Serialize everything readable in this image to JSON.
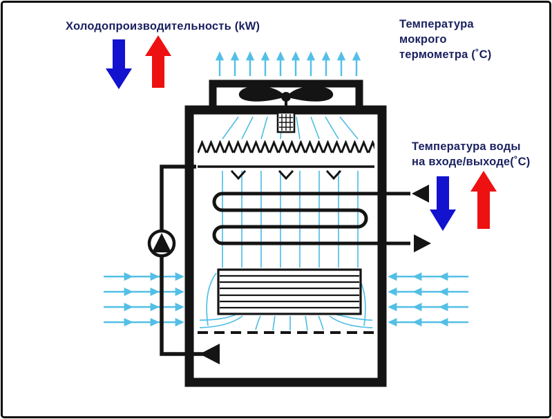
{
  "labels": {
    "cooling_capacity": "Холодопроизводительность (kW)",
    "wet_bulb_temperature": {
      "line1": "Температура",
      "line2": "мокрого",
      "line3": "термометра (˚C)"
    },
    "water_inlet_outlet_temperature": {
      "line1": "Температура воды",
      "line2": "на входе/выходе(˚C)"
    }
  },
  "colors": {
    "background": "#ffffff",
    "label_text": "#1b2160",
    "arrow_blue": "#1212cf",
    "arrow_red": "#ee1111",
    "air_blue": "#53bfe6",
    "line_black": "#141414"
  },
  "icons": {
    "fan": "fan-icon",
    "fan_motor": "fan-motor-icon",
    "drift_eliminator": "drift-eliminator-zigzag",
    "spray_nozzles": "spray-nozzle-chevrons",
    "coil": "serpentine-coil",
    "fill_pack": "fill-pack-louvers",
    "pump": "pump-icon",
    "water_level": "dashed-water-level",
    "water_inlet": "inlet-triangle",
    "water_outlet": "outlet-triangle",
    "air_flow": "air-flow-arrows"
  }
}
